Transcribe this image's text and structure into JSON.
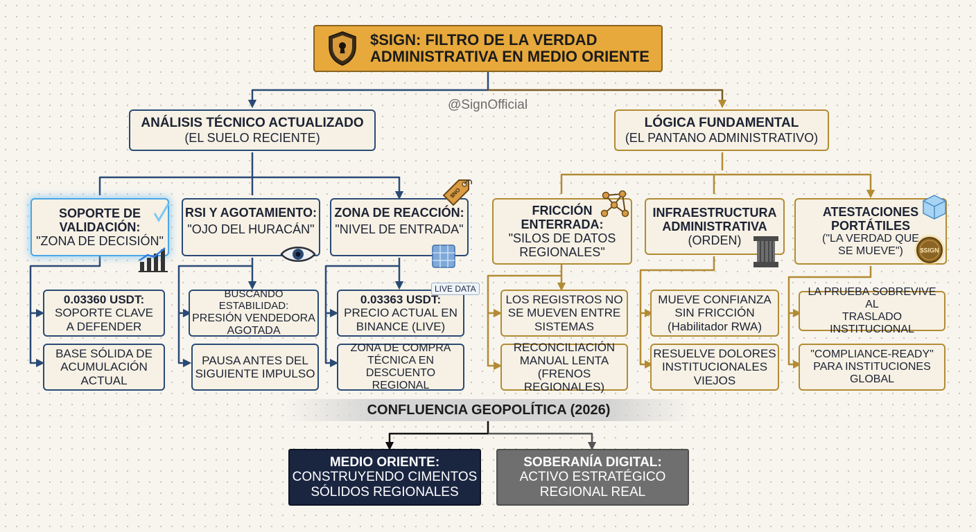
{
  "title": {
    "line1": "$SIGN: FILTRO DE LA VERDAD",
    "line2": "ADMINISTRATIVA EN MEDIO ORIENTE"
  },
  "handle": "@SignOfficial",
  "left": {
    "title": "ANÁLISIS TÉCNICO ACTUALIZADO",
    "subtitle": "(EL SUELO RECIENTE)",
    "soporte": {
      "line1": "SOPORTE DE",
      "line2": "VALIDACIÓN:",
      "line3": "\"ZONA DE DECISIÓN\"",
      "item1": {
        "line1": "0.03360 USDT:",
        "line2": "SOPORTE CLAVE",
        "line3": "A DEFENDER"
      },
      "item2": {
        "line1": "BASE SÓLIDA DE",
        "line2": "ACUMULACIÓN",
        "line3": "ACTUAL"
      }
    },
    "rsi": {
      "line1": "RSI Y AGOTAMIENTO:",
      "line2": "\"OJO DEL HURACÁN\"",
      "item1": {
        "line1": "BUSCANDO ESTABILIDAD:",
        "line2": "PRESIÓN VENDEDORA",
        "line3": "AGOTADA"
      },
      "item2": {
        "line1": "PAUSA ANTES DEL",
        "line2": "SIGUIENTE IMPULSO"
      }
    },
    "zona": {
      "line1": "ZONA DE REACCIÓN:",
      "line2": "\"NIVEL DE ENTRADA\"",
      "tag": "$NO",
      "live": "LIVE DATA",
      "item1": {
        "line1": "0.03363 USDT:",
        "line2": "PRECIO ACTUAL EN",
        "line3": "BINANCE (LIVE)"
      },
      "item2": {
        "line1": "ZONA DE COMPRA",
        "line2": "TÉCNICA EN DESCUENTO",
        "line3": "REGIONAL"
      }
    }
  },
  "right": {
    "title": "LÓGICA FUNDAMENTAL",
    "subtitle": "(EL PANTANO ADMINISTRATIVO)",
    "friccion": {
      "line1": "FRICCIÓN",
      "line2": "ENTERRADA:",
      "line3": "\"SILOS DE DATOS",
      "line4": "REGIONALES\"",
      "item1": {
        "line1": "LOS REGISTROS NO",
        "line2": "SE MUEVEN ENTRE",
        "line3": "SISTEMAS"
      },
      "item2": {
        "line1": "RECONCILIACIÓN",
        "line2": "MANUAL LENTA",
        "line3": "(FRENOS REGIONALES)"
      }
    },
    "infra": {
      "line1": "INFRAESTRUCTURA",
      "line2": "ADMINISTRATIVA",
      "line3": "(ORDEN)",
      "item1": {
        "line1": "MUEVE CONFIANZA",
        "line2": "SIN FRICCIÓN",
        "line3": "(Habilitador RWA)"
      },
      "item2": {
        "line1": "RESUELVE DOLORES",
        "line2": "INSTITUCIONALES",
        "line3": "VIEJOS"
      }
    },
    "atest": {
      "line1": "ATESTACIONES",
      "line2": "PORTÁTILES",
      "line3": "(\"LA VERDAD QUE",
      "line4": "SE MUEVE\")",
      "coin": "$SIGN",
      "item1": {
        "line1": "LA PRUEBA SOBREVIVE AL",
        "line2": "TRASLADO INSTITUCIONAL"
      },
      "item2": {
        "line1": "\"COMPLIANCE-READY\"",
        "line2": "PARA INSTITUCIONES",
        "line3": "GLOBAL"
      }
    }
  },
  "confluencia": "CONFLUENCIA GEOPOLÍTICA (2026)",
  "bottom": {
    "left": {
      "line1": "MEDIO ORIENTE:",
      "line2": "CONSTRUYENDO CIMENTOS",
      "line3": "SÓLIDOS REGIONALES"
    },
    "right": {
      "line1": "SOBERANÍA DIGITAL:",
      "line2": "ACTIVO ESTRATÉGICO",
      "line3": "REGIONAL REAL"
    }
  },
  "colors": {
    "accent_gold": "#e7a93c",
    "blue_line": "#2a4a75",
    "gold_line": "#b28b34",
    "dark_navy": "#1a2540",
    "dark_gray": "#6f6f6f"
  }
}
